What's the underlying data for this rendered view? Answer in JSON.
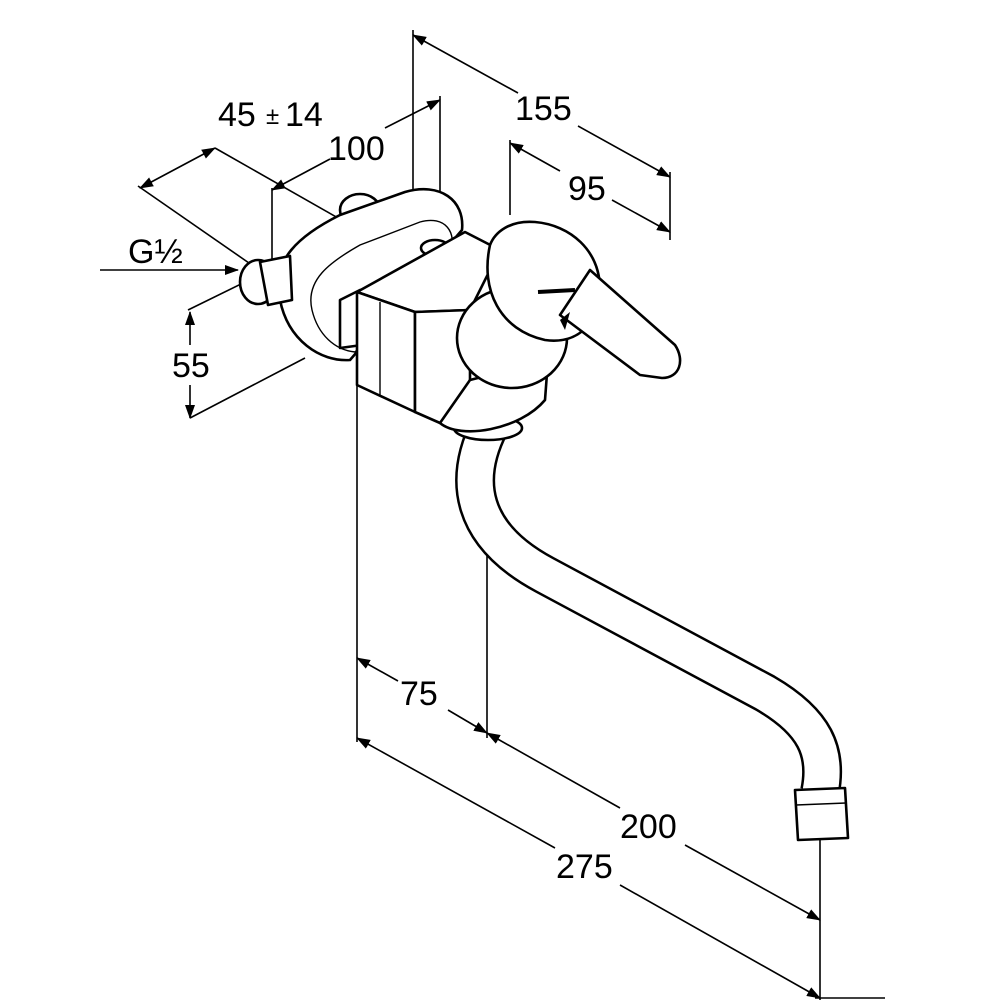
{
  "title": "Wall-mounted single lever mixer dimension drawing",
  "dimensions": {
    "offset_value": "45",
    "offset_tolerance_sign": "±",
    "offset_tolerance": "14",
    "centre_distance": "100",
    "overall_depth": "155",
    "lever_depth": "95",
    "thread": "G½",
    "height": "55",
    "spout_base": "75",
    "spout_reach": "200",
    "total_reach": "275"
  },
  "colors": {
    "line": "#000000",
    "background": "#ffffff"
  }
}
